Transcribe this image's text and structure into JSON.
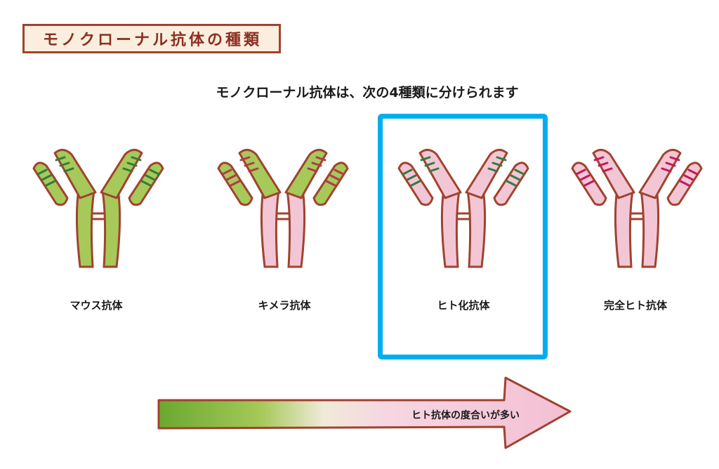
{
  "title": "モノクローナル抗体の種類",
  "subtitle": "モノクローナル抗体は、次の4種類に分けられます",
  "antibodies": [
    {
      "label": "マウス抗体",
      "body_color": "#a6c95a",
      "arm_color": "#a6c95a",
      "stripe_color": "#2f7d3c"
    },
    {
      "label": "キメラ抗体",
      "body_color": "#f3c6d6",
      "arm_color": "#a6c95a",
      "stripe_color": "#b33a4a"
    },
    {
      "label": "ヒト化抗体",
      "body_color": "#f3c6d6",
      "arm_color": "#f3c6d6",
      "stripe_color": "#2f7d3c"
    },
    {
      "label": "完全ヒト抗体",
      "body_color": "#f3c6d6",
      "arm_color": "#f3c6d6",
      "stripe_color": "#c2185b"
    }
  ],
  "highlighted_index": 2,
  "arrow_label": "ヒト抗体の度合いが多い",
  "colors": {
    "outline": "#a0432e",
    "highlight": "#00aeef",
    "mouse_green": "#a6c95a",
    "human_pink": "#f3c6d6"
  }
}
